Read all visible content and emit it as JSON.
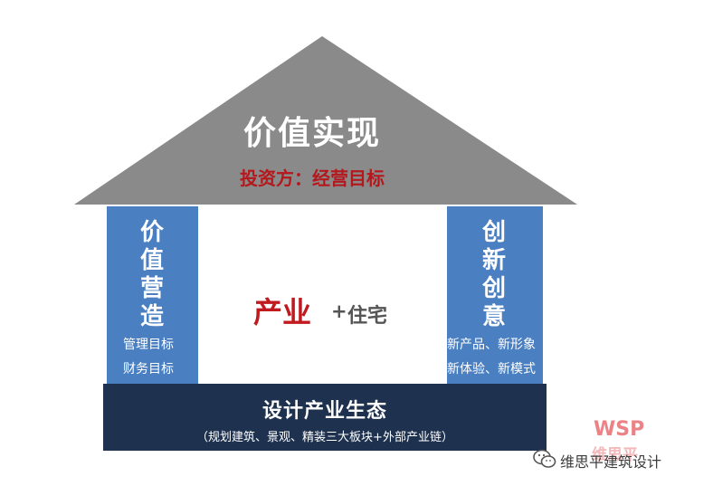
{
  "roof": {
    "title": "价值实现",
    "subtitle": "投资方：经营目标"
  },
  "left_pillar": {
    "vertical_chars": [
      "价",
      "值",
      "营",
      "造"
    ],
    "lines": [
      "管理目标",
      "财务目标"
    ]
  },
  "right_pillar": {
    "vertical_chars": [
      "创",
      "新",
      "创",
      "意"
    ],
    "lines": [
      "新产品、新形象",
      "新体验、新模式"
    ]
  },
  "center": {
    "main": "产业",
    "plus": "+",
    "sub": "住宅"
  },
  "base": {
    "title": "设计产业生态",
    "subtitle": "（规划建筑、景观、精装三大板块+外部产业链）"
  },
  "watermark": {
    "logo": "WSP",
    "logo_cn": "维思平",
    "account": "维思平建筑设计",
    "icon": "wechat-icon"
  },
  "colors": {
    "roof": "#8a8a8a",
    "pillar": "#4a7fc1",
    "base": "#1e324f",
    "accent_red": "#c01a1f"
  }
}
